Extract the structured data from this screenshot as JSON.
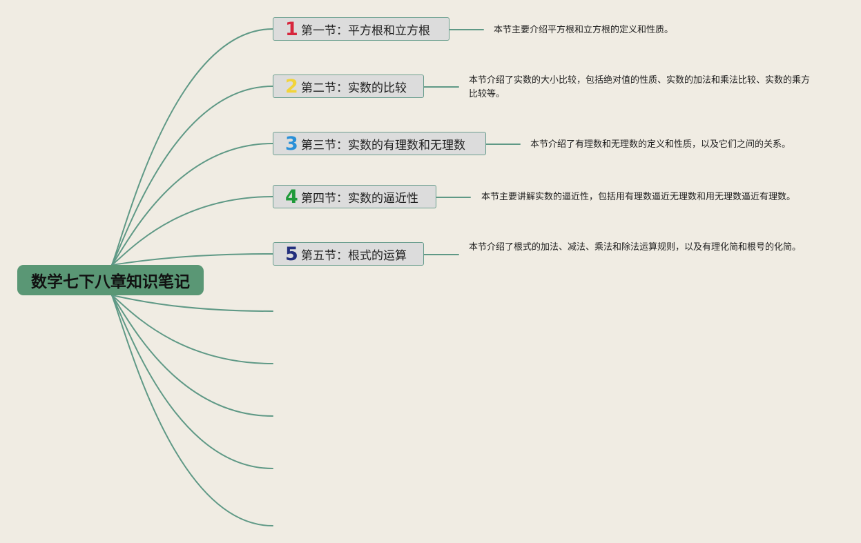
{
  "root": {
    "title": "数学七下八章知识笔记"
  },
  "topics": [
    {
      "number": "1",
      "color": "#d7263d",
      "title": "第一节：平方根和立方根",
      "note": "本节主要介绍平方根和立方根的定义和性质。"
    },
    {
      "number": "2",
      "color": "#f2d43a",
      "title": "第二节：实数的比较",
      "note": "本节介绍了实数的大小比较，包括绝对值的性质、实数的加法和乘法比较、实数的乘方比较等。"
    },
    {
      "number": "3",
      "color": "#2a90d8",
      "title": "第三节：实数的有理数和无理数",
      "note": "本节介绍了有理数和无理数的定义和性质，以及它们之间的关系。"
    },
    {
      "number": "4",
      "color": "#1f9a3a",
      "title": "第四节：实数的逼近性",
      "note": "本节主要讲解实数的逼近性，包括用有理数逼近无理数和用无理数逼近有理数。"
    },
    {
      "number": "5",
      "color": "#232f7d",
      "title": "第五节：根式的运算",
      "note": "本节介绍了根式的加法、减法、乘法和除法运算规则，以及有理化简和根号的化简。"
    }
  ],
  "colors": {
    "background": "#f0ece3",
    "root": "#5a9775",
    "line": "#5f9986",
    "topic_fill": "#dcdcdc"
  }
}
